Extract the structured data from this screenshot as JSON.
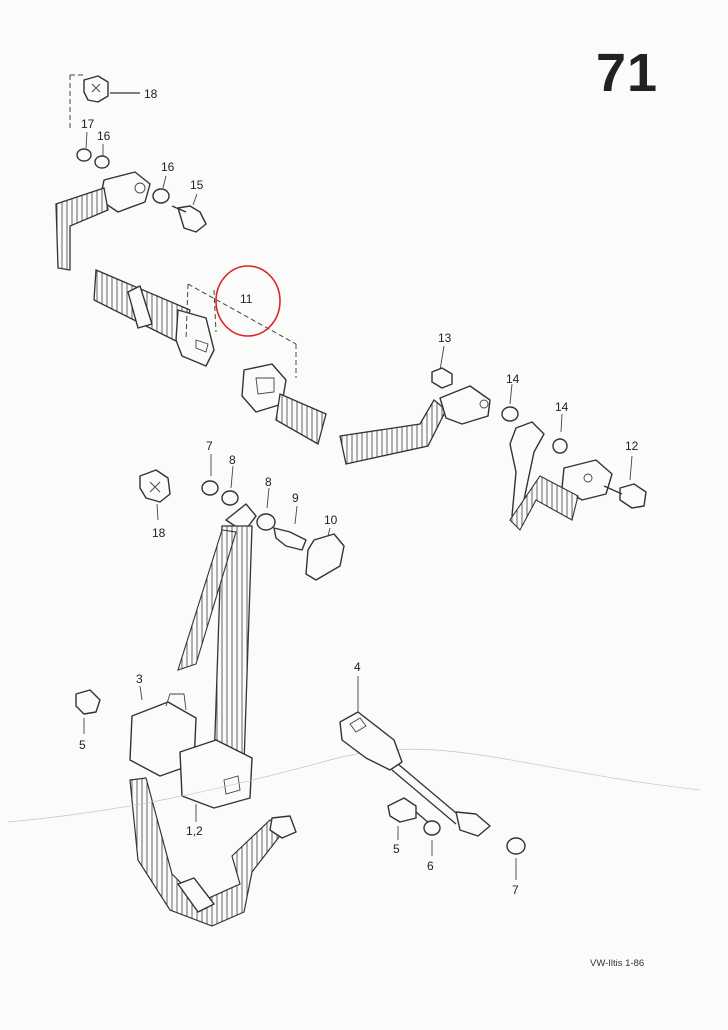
{
  "page": {
    "number": "71",
    "footer": "VW-Iltis  1-86"
  },
  "callouts": {
    "c18_top": "18",
    "c17": "17",
    "c16_a": "16",
    "c16_b": "16",
    "c15": "15",
    "c11": "11",
    "c13": "13",
    "c14_a": "14",
    "c14_b": "14",
    "c12": "12",
    "c7_a": "7",
    "c8_a": "8",
    "c8_b": "8",
    "c9": "9",
    "c10": "10",
    "c18_mid": "18",
    "c3": "3",
    "c4": "4",
    "c5_a": "5",
    "c12_pair": "1,2",
    "c5_b": "5",
    "c6": "6",
    "c7_b": "7"
  },
  "colors": {
    "line": "#333333",
    "highlight_circle": "#d9262b",
    "paper": "#fbfbfa"
  },
  "highlight": {
    "target_callout": "11"
  }
}
